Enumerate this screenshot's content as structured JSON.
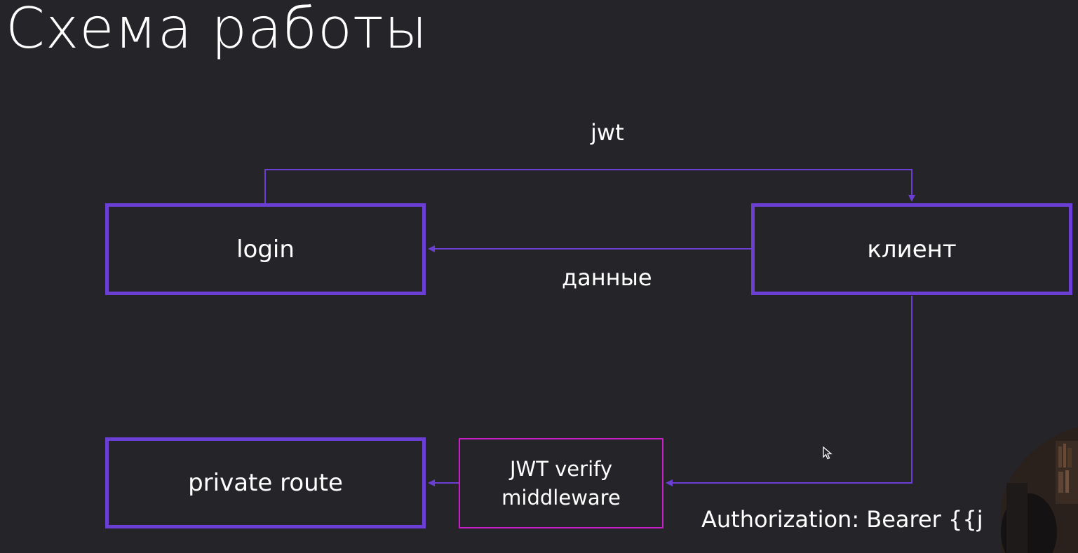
{
  "slide": {
    "title": "Схема работы"
  },
  "diagram": {
    "nodes": {
      "login": "login",
      "client": "клиент",
      "private_route": "private route",
      "jwt_middleware_line1": "JWT verify",
      "jwt_middleware_line2": "middleware"
    },
    "edge_labels": {
      "jwt": "jwt",
      "data": "данные",
      "auth_header": "Authorization: Bearer {{j"
    },
    "colors": {
      "background": "#252429",
      "node_border": "#6b3fd4",
      "middleware_border": "#c81ec8",
      "arrow": "#6b3fd4"
    }
  },
  "overlay": {
    "cursor_icon": "pointer-cursor-icon",
    "webcam": "presenter-webcam-thumbnail"
  }
}
